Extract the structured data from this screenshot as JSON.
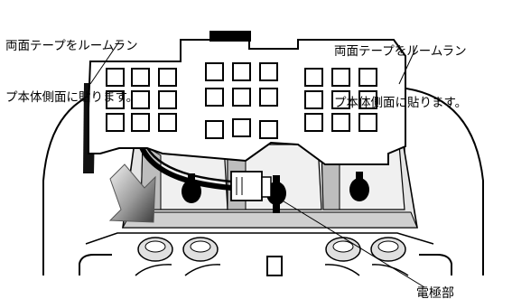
{
  "callouts": {
    "left": {
      "line1": "両面テープをルームラン",
      "line2": "プ本体側面に貼ります。"
    },
    "right": {
      "line1": "両面テープをルームラン",
      "line2": "プ本体側面に貼ります。"
    },
    "electrode": "電極部"
  },
  "icons": {
    "arrow": "insert-direction-arrow-icon"
  }
}
